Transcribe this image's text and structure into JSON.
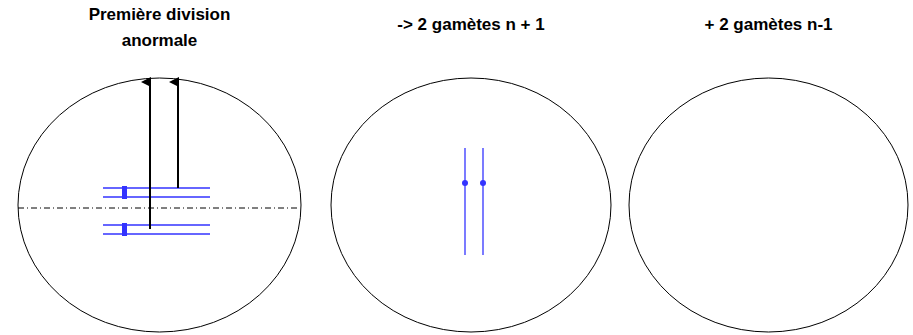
{
  "diagram": {
    "nodes": [
      {
        "text": [
          "Première division anormale"
        ]
      },
      {
        "text": [
          "-> 2 gamètes n + 1"
        ]
      },
      {
        "text": [
          "+ 2 gamètes n-1"
        ]
      }
    ]
  }
}
